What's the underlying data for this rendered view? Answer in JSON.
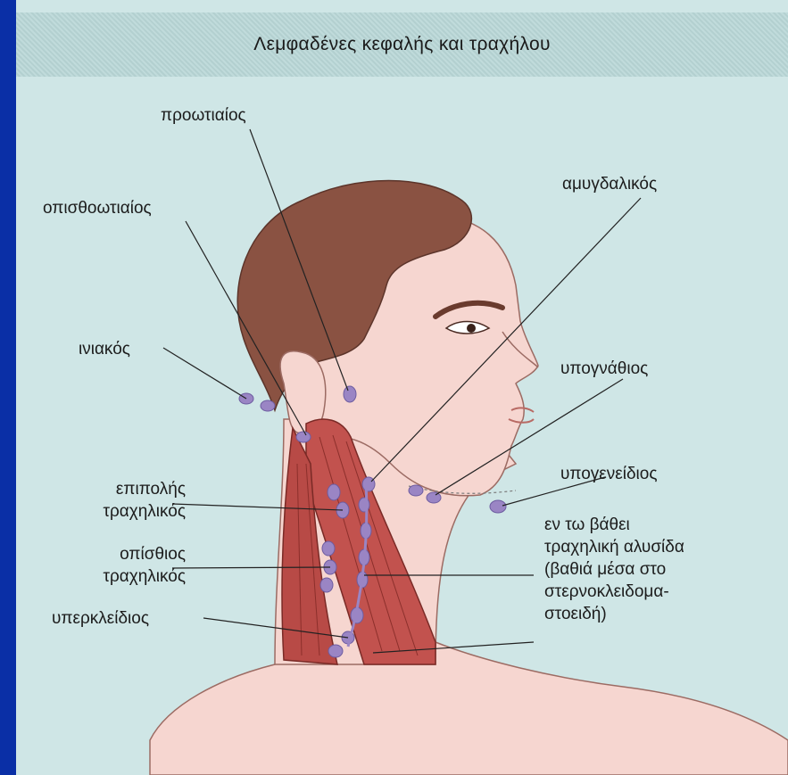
{
  "title": "Λεμφαδένες κεφαλής και τραχήλου",
  "labels": {
    "preauricular": "προωτιαίος",
    "postauricular": "οπισθοωτιαίος",
    "tonsillar": "αμυγδαλικός",
    "occipital": "ινιακός",
    "submandibular": "υπογνάθιος",
    "submental": "υπογενείδιος",
    "superficial_cervical_1": "επιπολής",
    "superficial_cervical_2": "τραχηλικός",
    "deep_chain_1": "εν τω βάθει",
    "deep_chain_2": "τραχηλική αλυσίδα",
    "deep_chain_3": "(βαθιά μέσα στο",
    "deep_chain_4": "στερνοκλειδομα-",
    "deep_chain_5": "στοειδή)",
    "posterior_cervical_1": "οπίσθιος",
    "posterior_cervical_2": "τραχηλικός",
    "supraclavicular": "υπερκλείδιος"
  },
  "colors": {
    "background": "#0a2fa6",
    "panel": "#cfe6e6",
    "skin": "#f6d6d0",
    "hair": "#8a5242",
    "muscle": "#c2524e",
    "node": "#9a85c4"
  }
}
